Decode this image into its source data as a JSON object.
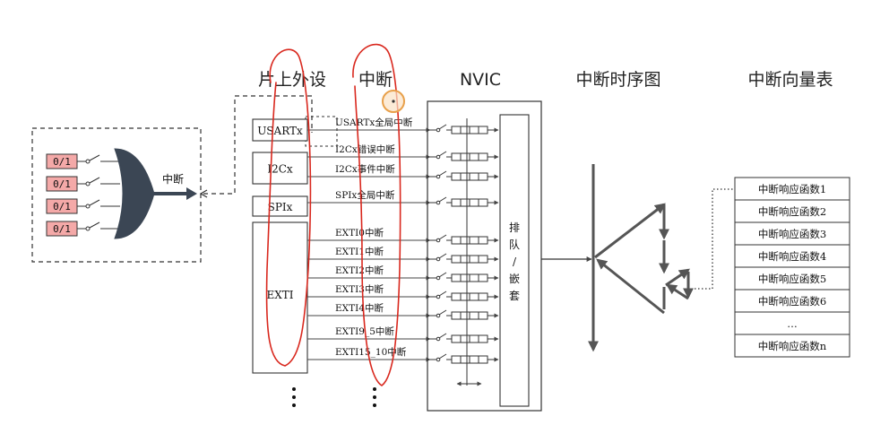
{
  "headers": {
    "peripherals": "片上外设",
    "interrupt": "中断",
    "nvic": "NVIC",
    "timing": "中断时序图",
    "vector_table": "中断向量表"
  },
  "gate": {
    "inputs": [
      "0/1",
      "0/1",
      "0/1",
      "0/1"
    ],
    "output_label": "中断"
  },
  "peripherals": [
    {
      "name": "USARTx",
      "lines": [
        "USARTx全局中断"
      ]
    },
    {
      "name": "I2Cx",
      "lines": [
        "I2Cx错误中断",
        "I2Cx事件中断"
      ]
    },
    {
      "name": "SPIx",
      "lines": [
        "SPIx全局中断"
      ]
    },
    {
      "name": "EXTI",
      "lines": [
        "EXTI0中断",
        "EXTI1中断",
        "EXTI2中断",
        "EXTI3中断",
        "EXTI4中断",
        "EXTI9_5中断",
        "EXTI15_10中断"
      ]
    }
  ],
  "nvic": {
    "arbiter_label": "排队/嵌套"
  },
  "vector_table": {
    "entries": [
      "中断响应函数1",
      "中断响应函数2",
      "中断响应函数3",
      "中断响应函数4",
      "中断响应函数5",
      "中断响应函数6",
      "…",
      "中断响应函数n"
    ]
  },
  "colors": {
    "bit_fill": "#f4a9a8",
    "gate_fill": "#3b4654",
    "annotation_red": "#d9281e",
    "cursor_ring": "#e8a04a"
  }
}
